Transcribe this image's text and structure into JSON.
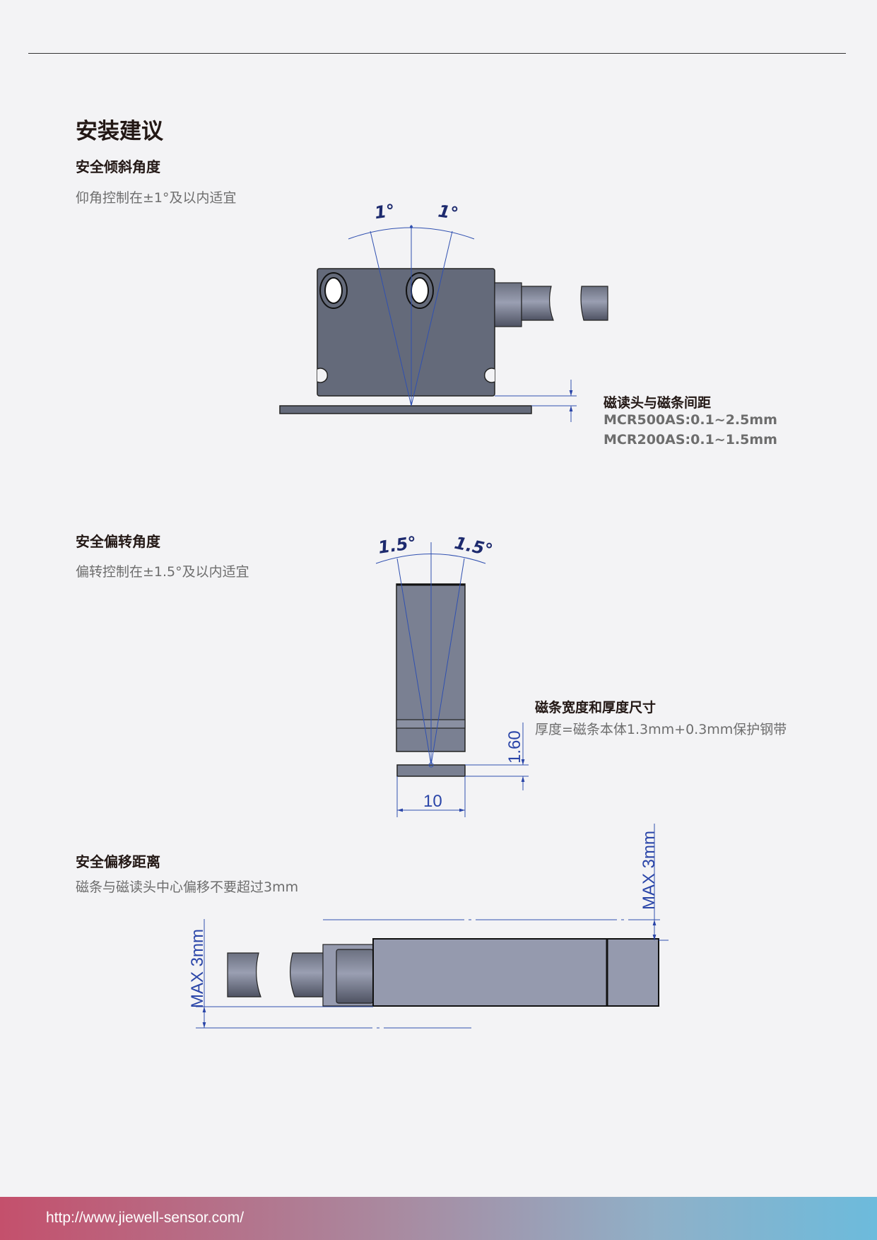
{
  "section_title": "安装建议",
  "tilt": {
    "heading": "安全倾斜角度",
    "description": "仰角控制在±1°及以内适宜",
    "angle_left": "1°",
    "angle_right": "1°",
    "gap_label": "磁读头与磁条间距",
    "specs": [
      "MCR500AS:0.1~2.5mm",
      "MCR200AS:0.1~1.5mm"
    ]
  },
  "yaw": {
    "heading": "安全偏转角度",
    "description": "偏转控制在±1.5°及以内适宜",
    "angle_left": "1.5°",
    "angle_right": "1.5°",
    "strip_label": "磁条宽度和厚度尺寸",
    "strip_desc": "厚度=磁条本体1.3mm+0.3mm保护钢带",
    "thickness_dim": "1.60",
    "width_dim": "10"
  },
  "offset": {
    "heading": "安全偏移距离",
    "description": "磁条与磁读头中心偏移不要超过3mm",
    "dim_top": "MAX 3mm",
    "dim_left": "MAX 3mm"
  },
  "footer": {
    "url": "http://www.jiewell-sensor.com/"
  },
  "colors": {
    "sensor": "#646a7a",
    "strip_bar": "#7a8092",
    "body": "#959aae",
    "dimension": "#2a45a8",
    "footer_start": "#c4506c",
    "footer_end": "#6cbbdc"
  }
}
